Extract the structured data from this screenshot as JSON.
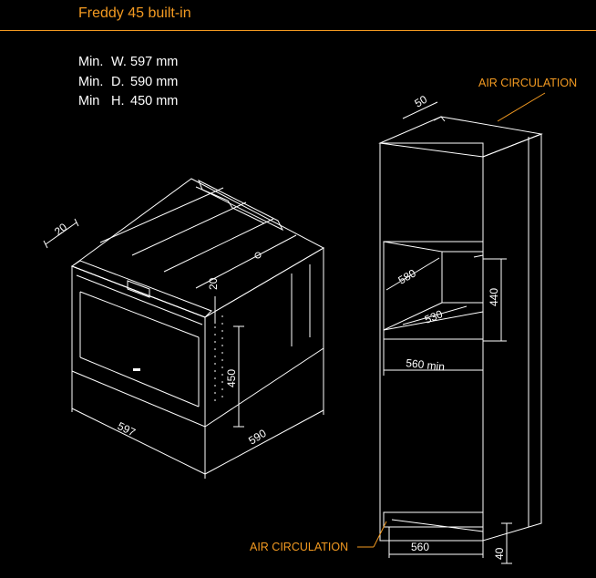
{
  "header": {
    "title": "Freddy 45 built-in"
  },
  "specs": [
    {
      "label": "Min.",
      "key": "W.",
      "value": "597 mm"
    },
    {
      "label": "Min.",
      "key": "D.",
      "value": "590 mm"
    },
    {
      "label": "Min",
      "key": "H.",
      "value": "450 mm"
    }
  ],
  "oven": {
    "dim_top_depth": "20",
    "dim_frame": "20",
    "dim_width": "597",
    "dim_depth": "590",
    "dim_height": "450"
  },
  "cabinet": {
    "air_top": "AIR CIRCULATION",
    "air_bottom": "AIR CIRCULATION",
    "dim_top": "50",
    "dim_niche_depth": "580",
    "dim_niche_inner": "530",
    "dim_niche_height": "440",
    "dim_niche_width": "560 min",
    "dim_plinth_width": "560",
    "dim_plinth_height": "40"
  },
  "colors": {
    "accent": "#f39a21",
    "line": "#ffffff",
    "background": "#000000"
  }
}
